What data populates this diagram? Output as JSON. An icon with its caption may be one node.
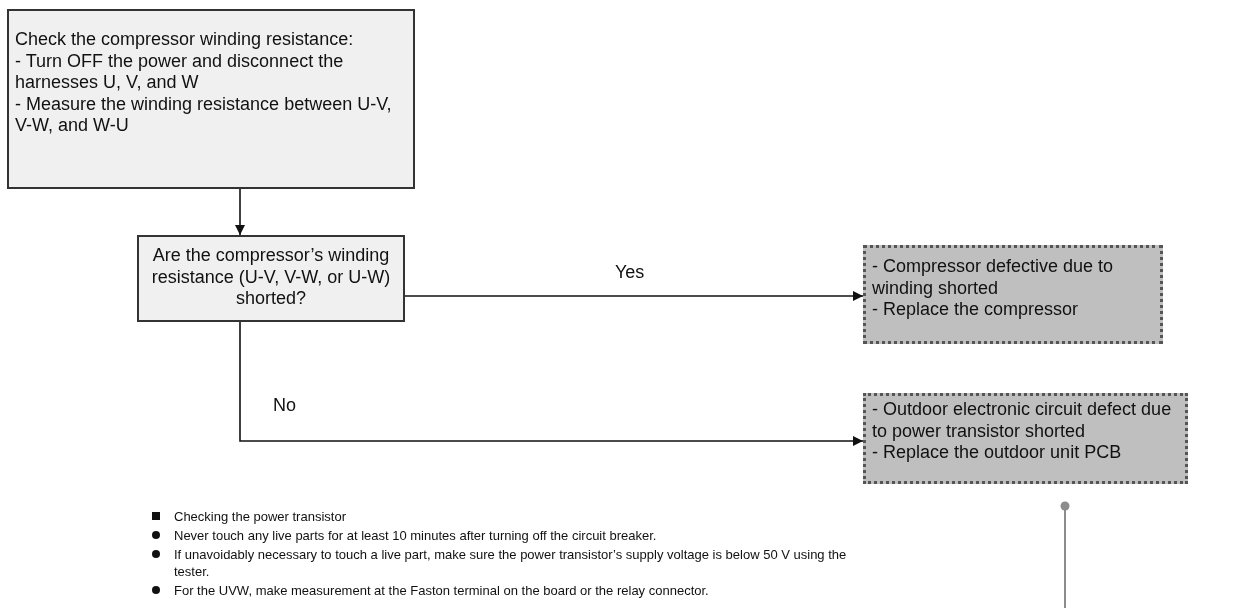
{
  "diagram": {
    "nodes": [
      {
        "text": [
          "Check the compressor winding resistance:",
          "- Turn OFF the power and disconnect the harnesses U, V, and W",
          "- Measure the winding resistance between U-V, V-W, and W-U"
        ]
      },
      {
        "text": [
          "Are the compressor’s winding resistance (U-V, V-W, or U-W) shorted?"
        ]
      },
      {
        "text": [
          "- Compressor defective due to winding shorted",
          "- Replace the compressor"
        ]
      },
      {
        "text": [
          "- Outdoor electronic circuit defect due to power transistor shorted",
          "- Replace the outdoor unit PCB"
        ]
      }
    ],
    "edges": [
      {
        "from": 0,
        "to": 1,
        "arrow": "to"
      },
      {
        "from": 1,
        "to": 2,
        "arrow": "to",
        "label": "Yes"
      },
      {
        "from": 1,
        "to": 3,
        "arrow": "to",
        "label": "No"
      },
      {
        "from": 3,
        "to": null,
        "arrow": "other",
        "color": "#8c8c8c"
      }
    ],
    "labels": [
      "Checking the power transistor",
      "Never touch any live parts for at least 10 minutes after turning off the circuit breaker.",
      "If unavoidably necessary to touch a live part, make sure the power transistor’s supply voltage is below 50 V using the tester.",
      "For the UVW, make measurement at the Faston terminal on the board or the relay connector."
    ]
  }
}
